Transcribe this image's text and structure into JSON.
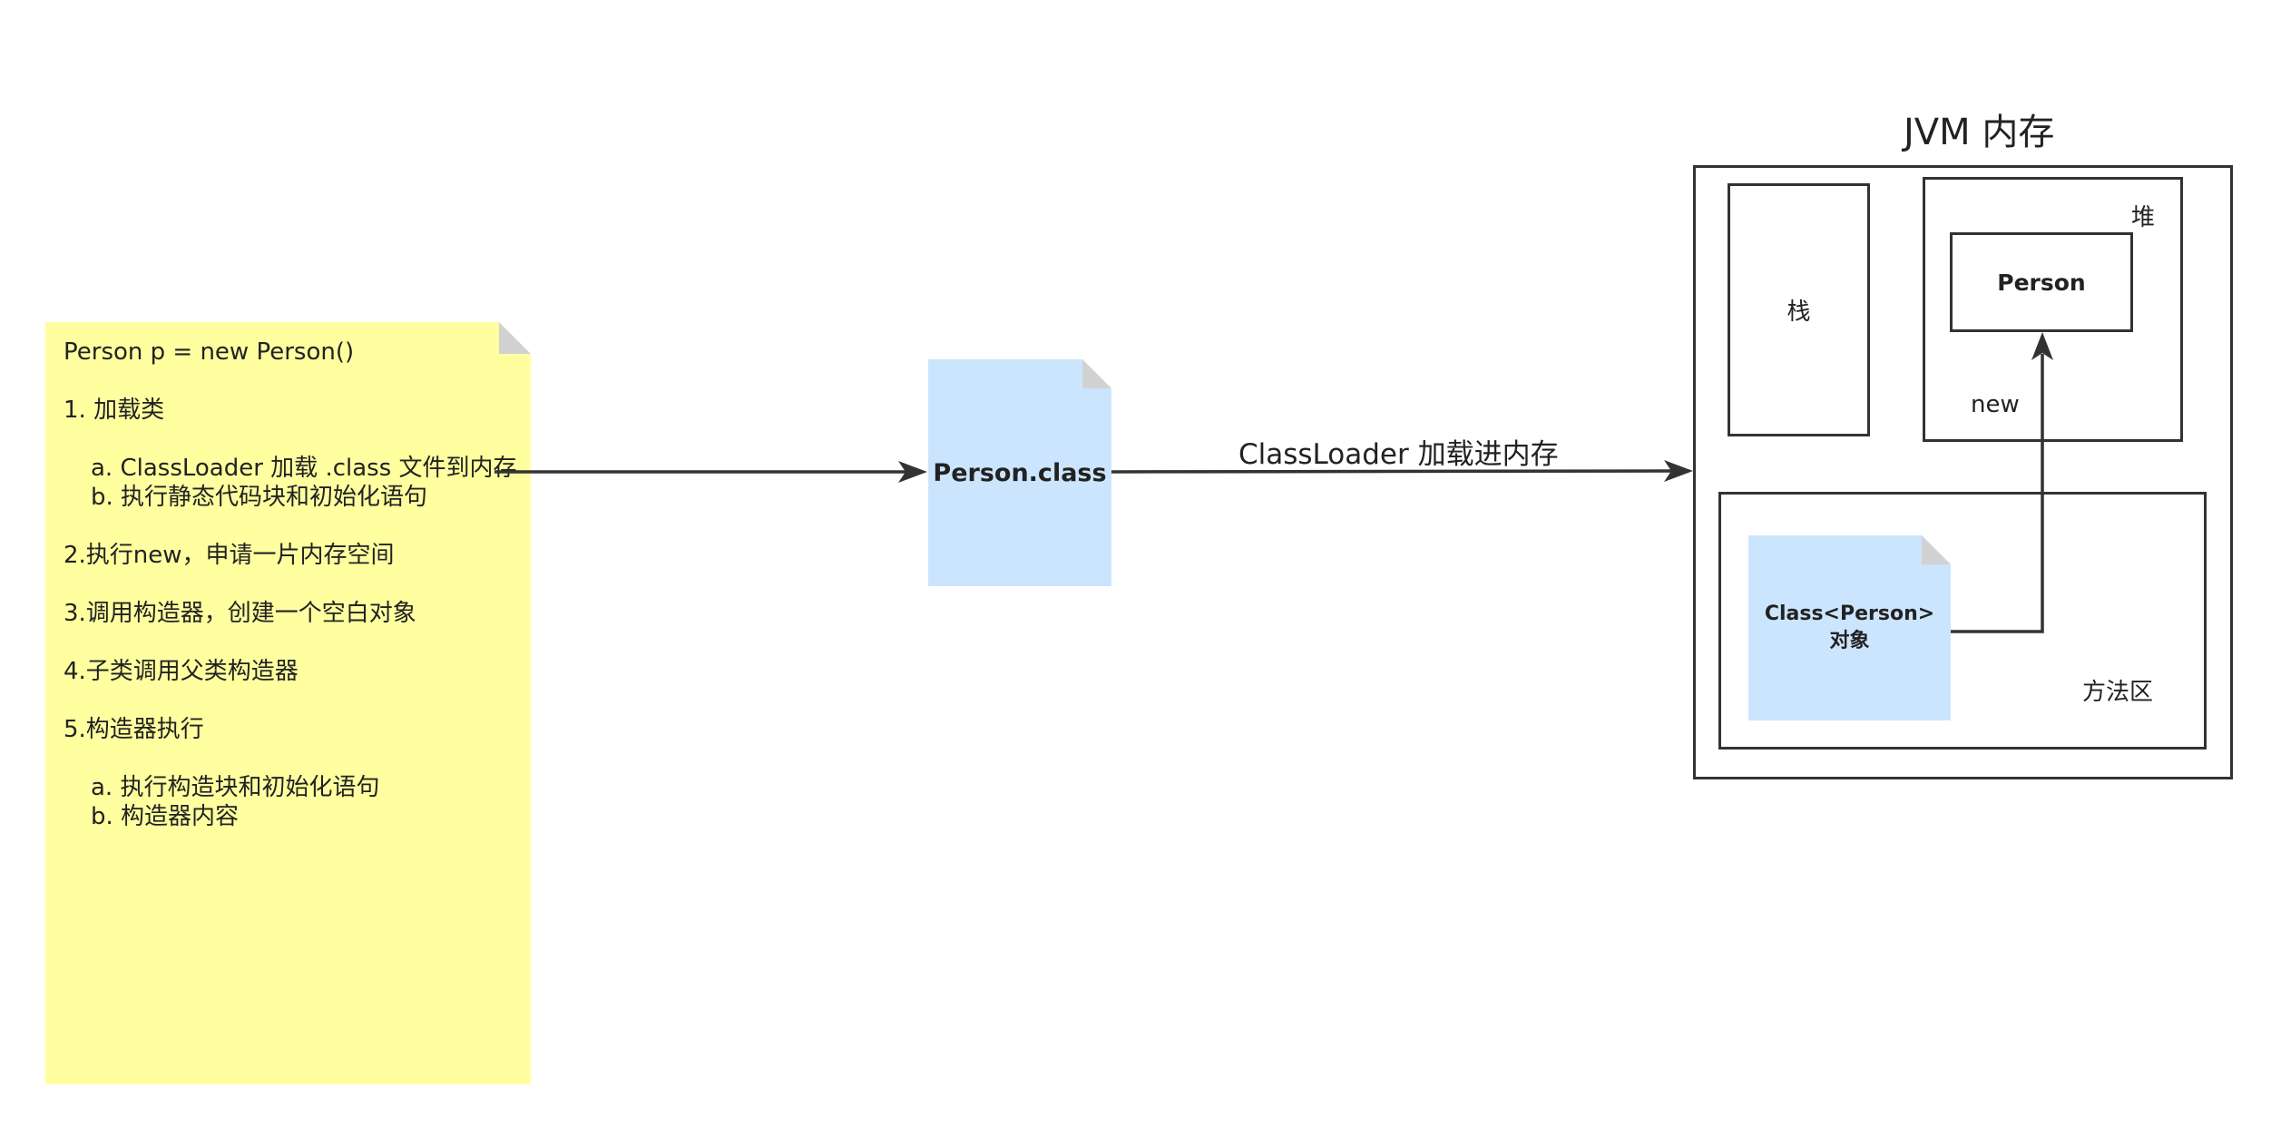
{
  "sticky_note": {
    "lines": [
      "Person p = new Person()",
      "1. 加载类",
      "a. ClassLoader 加载 .class 文件到内存",
      "b. 执行静态代码块和初始化语句",
      "2.执行new，申请一片内存空间",
      "3.调用构造器，创建一个空白对象",
      "4.子类调用父类构造器",
      "5.构造器执行",
      "a. 执行构造块和初始化语句",
      "b. 构造器内容"
    ]
  },
  "class_file": {
    "label": "Person.class"
  },
  "arrow_label": "ClassLoader 加载进内存",
  "jvm": {
    "title": "JVM 内存",
    "stack": {
      "label": "栈"
    },
    "heap": {
      "label": "堆",
      "person_label": "Person",
      "new_label": "new"
    },
    "method_area": {
      "label": "方法区",
      "class_object_line1": "Class<Person>",
      "class_object_line2": "对象"
    }
  },
  "colors": {
    "note_fill": "#ffffa0",
    "doc_fill": "#cce5ff",
    "stroke": "#333333"
  }
}
